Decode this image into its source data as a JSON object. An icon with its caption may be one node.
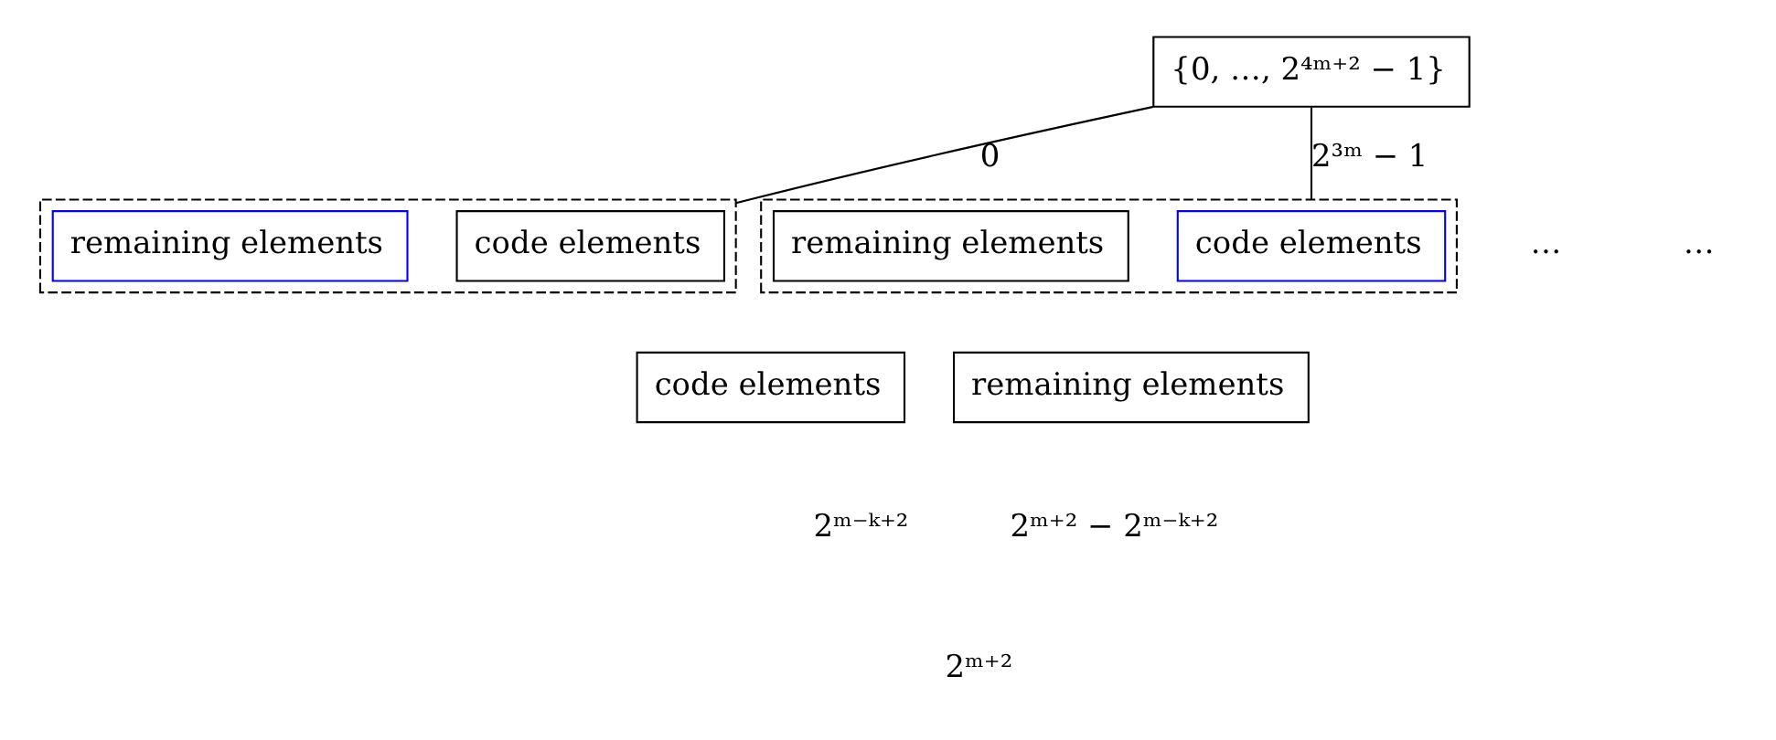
{
  "diagram": {
    "nodes": [
      {
        "text": [
          "{0, …, 2⁴ᵐ⁺² − 1}"
        ]
      },
      {
        "text": [],
        "shape": "box"
      },
      {
        "text": [
          "code elements"
        ],
        "in": 1
      },
      {
        "text": [
          "remaining elements"
        ],
        "in": 1
      },
      {
        "text": [],
        "shape": "box"
      },
      {
        "text": [
          "code elements"
        ],
        "in": 4
      },
      {
        "text": [
          "remaining elements"
        ],
        "in": 4
      },
      {
        "text": [
          "code elements"
        ]
      },
      {
        "text": [
          "remaining elements"
        ]
      }
    ],
    "edges": [
      {
        "from": 0,
        "to": 1,
        "arrow": "none",
        "label": "0"
      },
      {
        "from": 0,
        "to": 4,
        "arrow": "none",
        "label": "2³ᵐ − 1"
      }
    ],
    "labels": [
      "…",
      "…",
      "2ᵐ⁻ᵏ⁺²",
      "2ᵐ⁺² − 2ᵐ⁻ᵏ⁺²",
      "2ᵐ⁺²"
    ]
  }
}
